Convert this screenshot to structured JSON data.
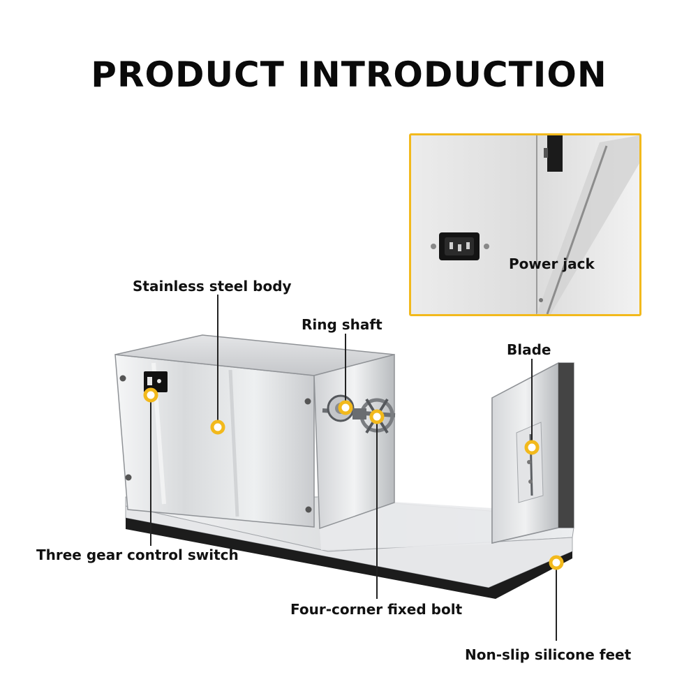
{
  "title": "PRODUCT INTRODUCTION",
  "colors": {
    "accent": "#f2b91c",
    "text": "#111111",
    "steel": "#d9dadc"
  },
  "labels": {
    "body": "Stainless steel body",
    "ring_shaft": "Ring shaft",
    "blade": "Blade",
    "switch": "Three gear control switch",
    "bolt": "Four-corner fixed bolt",
    "feet": "Non-slip silicone feet",
    "power_jack": "Power jack"
  }
}
